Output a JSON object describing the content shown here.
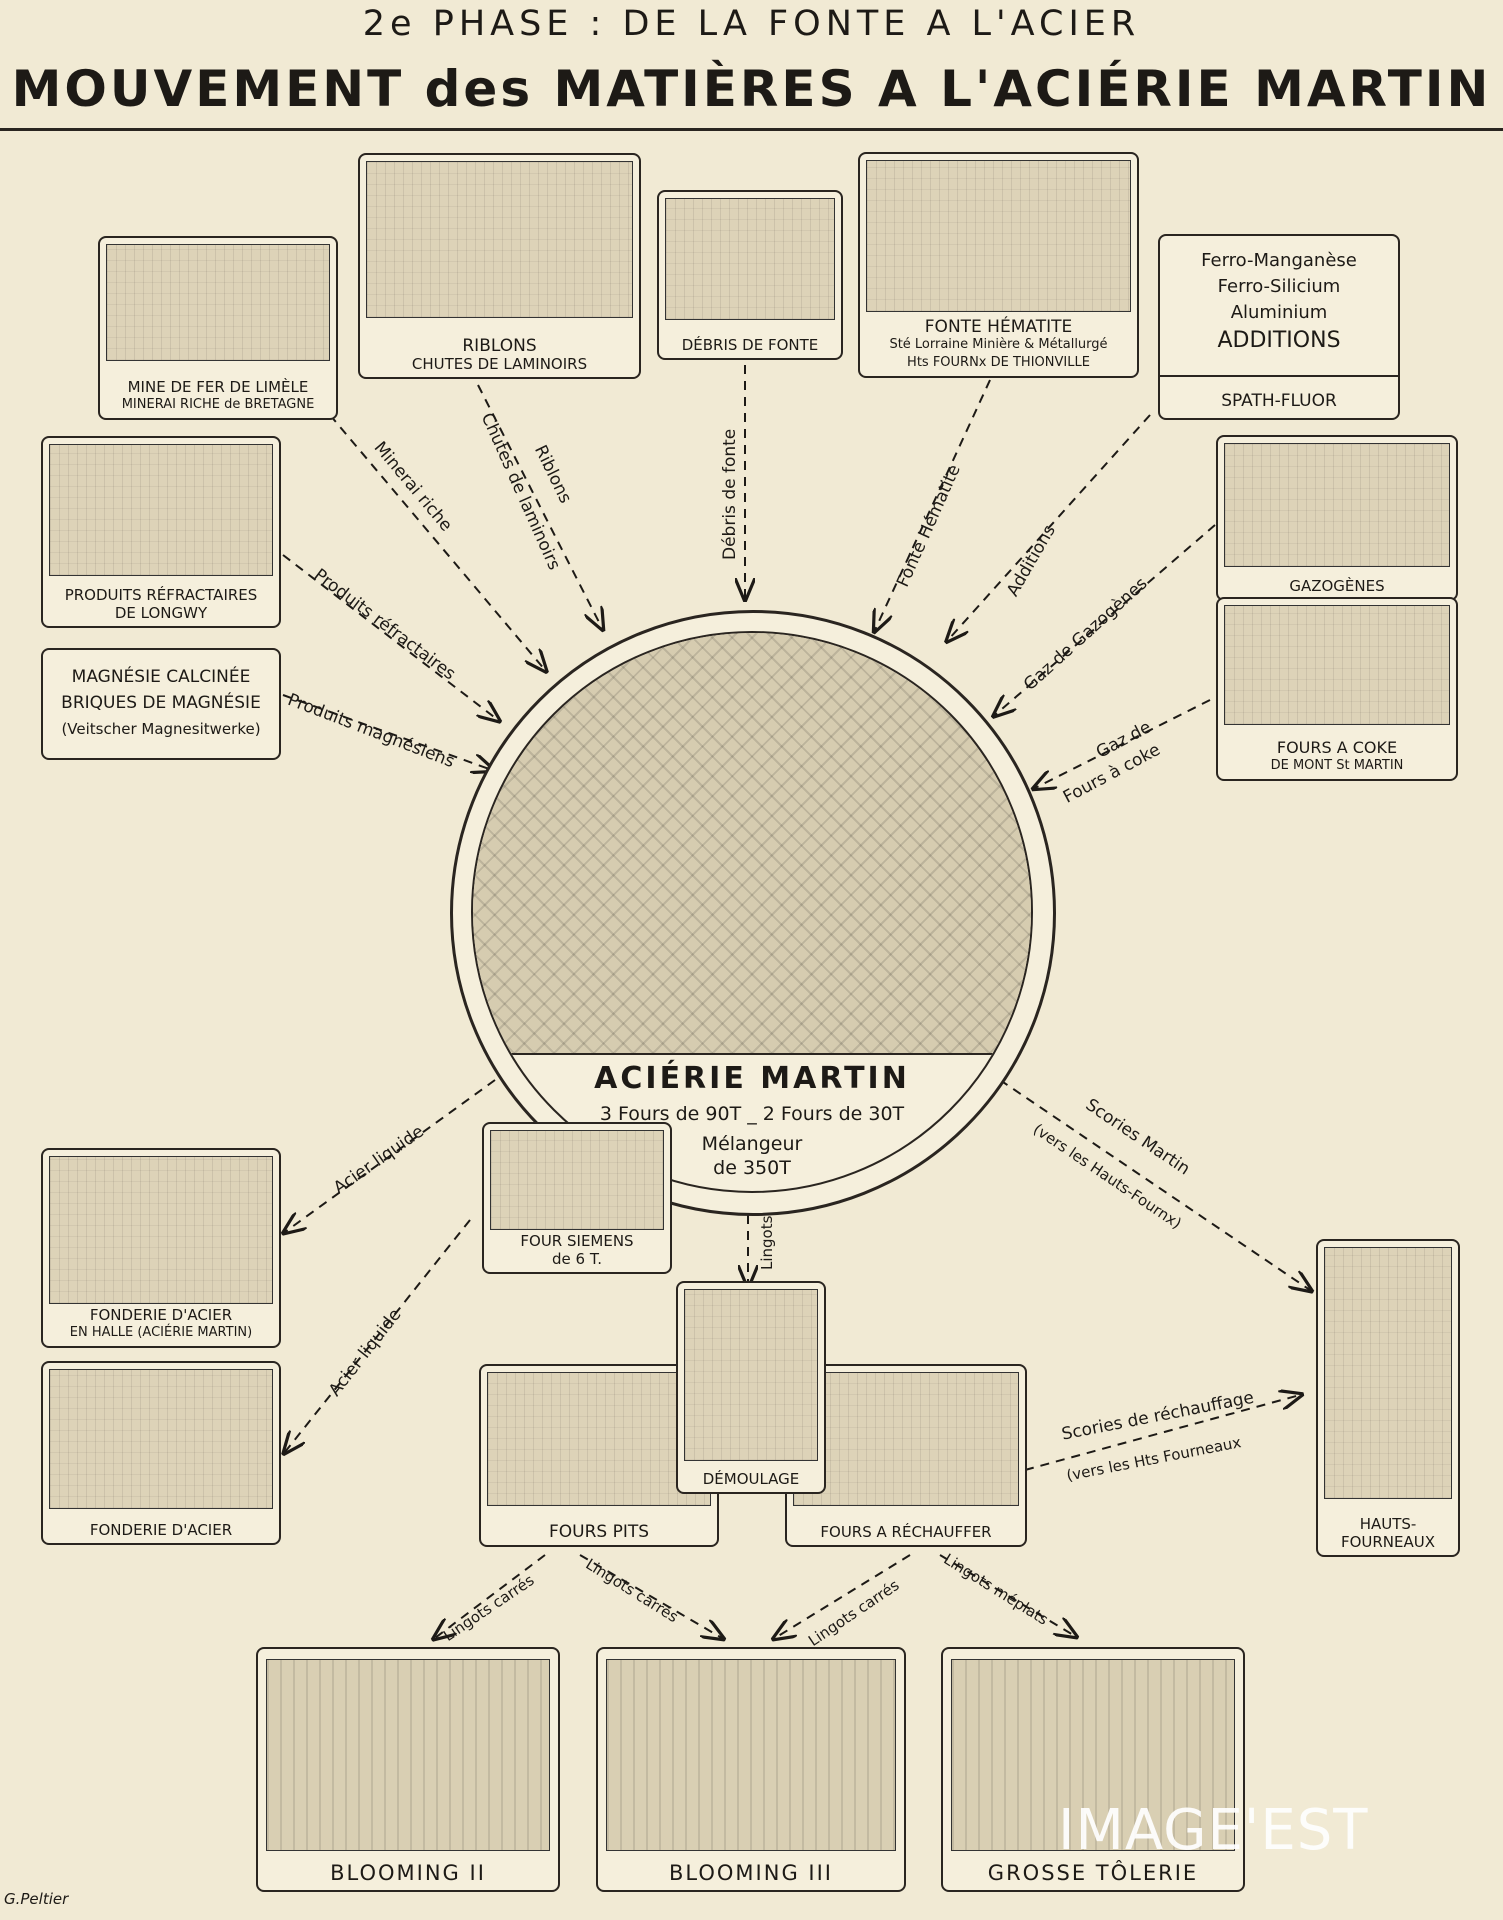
{
  "header": {
    "phase": "2e PHASE : DE LA FONTE A L'ACIER",
    "title": "MOUVEMENT des MATIÈRES A L'ACIÉRIE MARTIN"
  },
  "center": {
    "name": "ACIÉRIE MARTIN",
    "line1": "3 Fours de 90T _ 2 Fours de 30T",
    "line2": "Mélangeur",
    "line3": "de 350T"
  },
  "boxes": {
    "mine": {
      "l1": "MINE DE FER DE LIMÈLE",
      "l2": "MINERAI RICHE de BRETAGNE"
    },
    "riblons": {
      "l1": "RIBLONS",
      "l2": "CHUTES DE LAMINOIRS"
    },
    "debris": {
      "l1": "DÉBRIS DE FONTE"
    },
    "fonte": {
      "l1": "FONTE HÉMATITE",
      "l2": "Sté Lorraine Minière & Métallurgé",
      "l3": "Hts FOURNx DE THIONVILLE"
    },
    "additions": {
      "l1": "Ferro-Manganèse",
      "l2": "Ferro-Silicium",
      "l3": "Aluminium",
      "l4": "ADDITIONS",
      "l5": "SPATH-FLUOR"
    },
    "refract": {
      "l1": "PRODUITS RÉFRACTAIRES",
      "l2": "DE LONGWY"
    },
    "magnesie": {
      "l1": "MAGNÉSIE CALCINÉE",
      "l2": "BRIQUES DE MAGNÉSIE",
      "l3": "(Veitscher Magnesitwerke)"
    },
    "gazogenes": {
      "l1": "GAZOGÈNES"
    },
    "coke": {
      "l1": "FOURS A COKE",
      "l2": "DE MONT St MARTIN"
    },
    "fonderie_halle": {
      "l1": "FONDERIE D'ACIER",
      "l2": "EN HALLE (ACIÉRIE MARTIN)"
    },
    "fonderie": {
      "l1": "FONDERIE D'ACIER"
    },
    "siemens": {
      "l1": "FOUR SIEMENS",
      "l2": "de 6 T."
    },
    "demoulage": {
      "l1": "DÉMOULAGE"
    },
    "pits": {
      "l1": "FOURS PITS"
    },
    "rechauffer": {
      "l1": "FOURS A RÉCHAUFFER"
    },
    "hauts": {
      "l1": "HAUTS-",
      "l2": "FOURNEAUX"
    },
    "blooming2": {
      "l1": "BLOOMING II"
    },
    "blooming3": {
      "l1": "BLOOMING III"
    },
    "tolerie": {
      "l1": "GROSSE TÔLERIE"
    }
  },
  "flows": {
    "minerai": "Minerai riche",
    "riblons1": "Riblons",
    "riblons2": "Chutes de laminoirs",
    "debris": "Débris de fonte",
    "fonte": "Fonte Hématite",
    "additions": "Additions",
    "gaz_gazogenes": "Gaz de Gazogènes",
    "gaz_coke1": "Gaz de",
    "gaz_coke2": "Fours à coke",
    "refract": "Produits réfractaires",
    "magnes": "Produits magnésiens",
    "acier1": "Acier liquide",
    "acier2": "Acier liquide",
    "lingots": "Lingots",
    "scories1": "Scories Martin",
    "scories2": "(vers les Hauts-Fournx)",
    "scories_r1": "Scories de réchauffage",
    "scories_r2": "(vers les Hts Fourneaux",
    "lc1": "Lingots carrés",
    "lc2": "Lingots carrés",
    "lc3": "Lingots carrés",
    "lm": "Lingots méplats"
  },
  "signature": "G.Peltier",
  "watermark": "IMAGE'EST"
}
